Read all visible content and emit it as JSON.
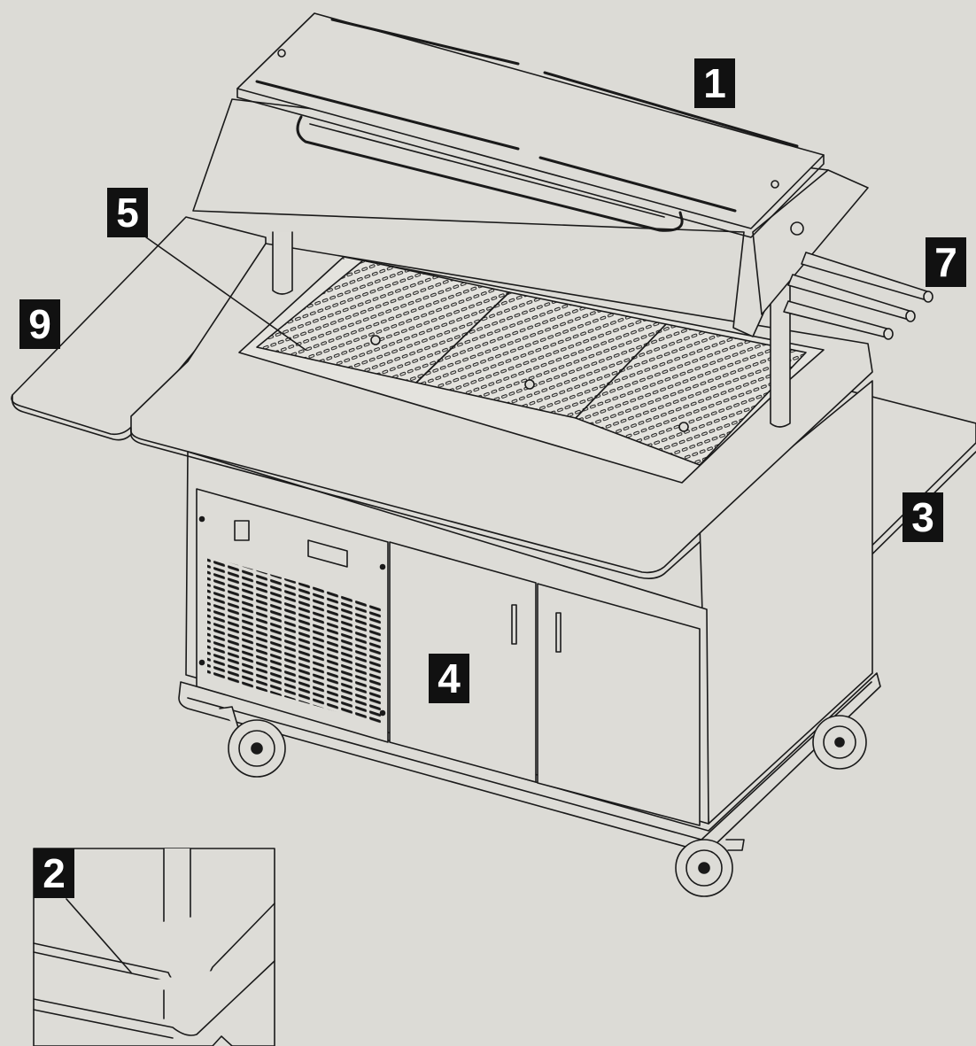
{
  "diagram": {
    "colors": {
      "background": "#dcdbd6",
      "surface": "#dddcd7",
      "line": "#1a1a1a",
      "callout_fill": "#111111",
      "callout_text": "#ffffff"
    },
    "callouts": [
      {
        "id": "c1",
        "label": "1"
      },
      {
        "id": "c5",
        "label": "5"
      },
      {
        "id": "c7",
        "label": "7"
      },
      {
        "id": "c9",
        "label": "9"
      },
      {
        "id": "c3",
        "label": "3"
      },
      {
        "id": "c4",
        "label": "4"
      },
      {
        "id": "c2",
        "label": "2"
      }
    ]
  }
}
